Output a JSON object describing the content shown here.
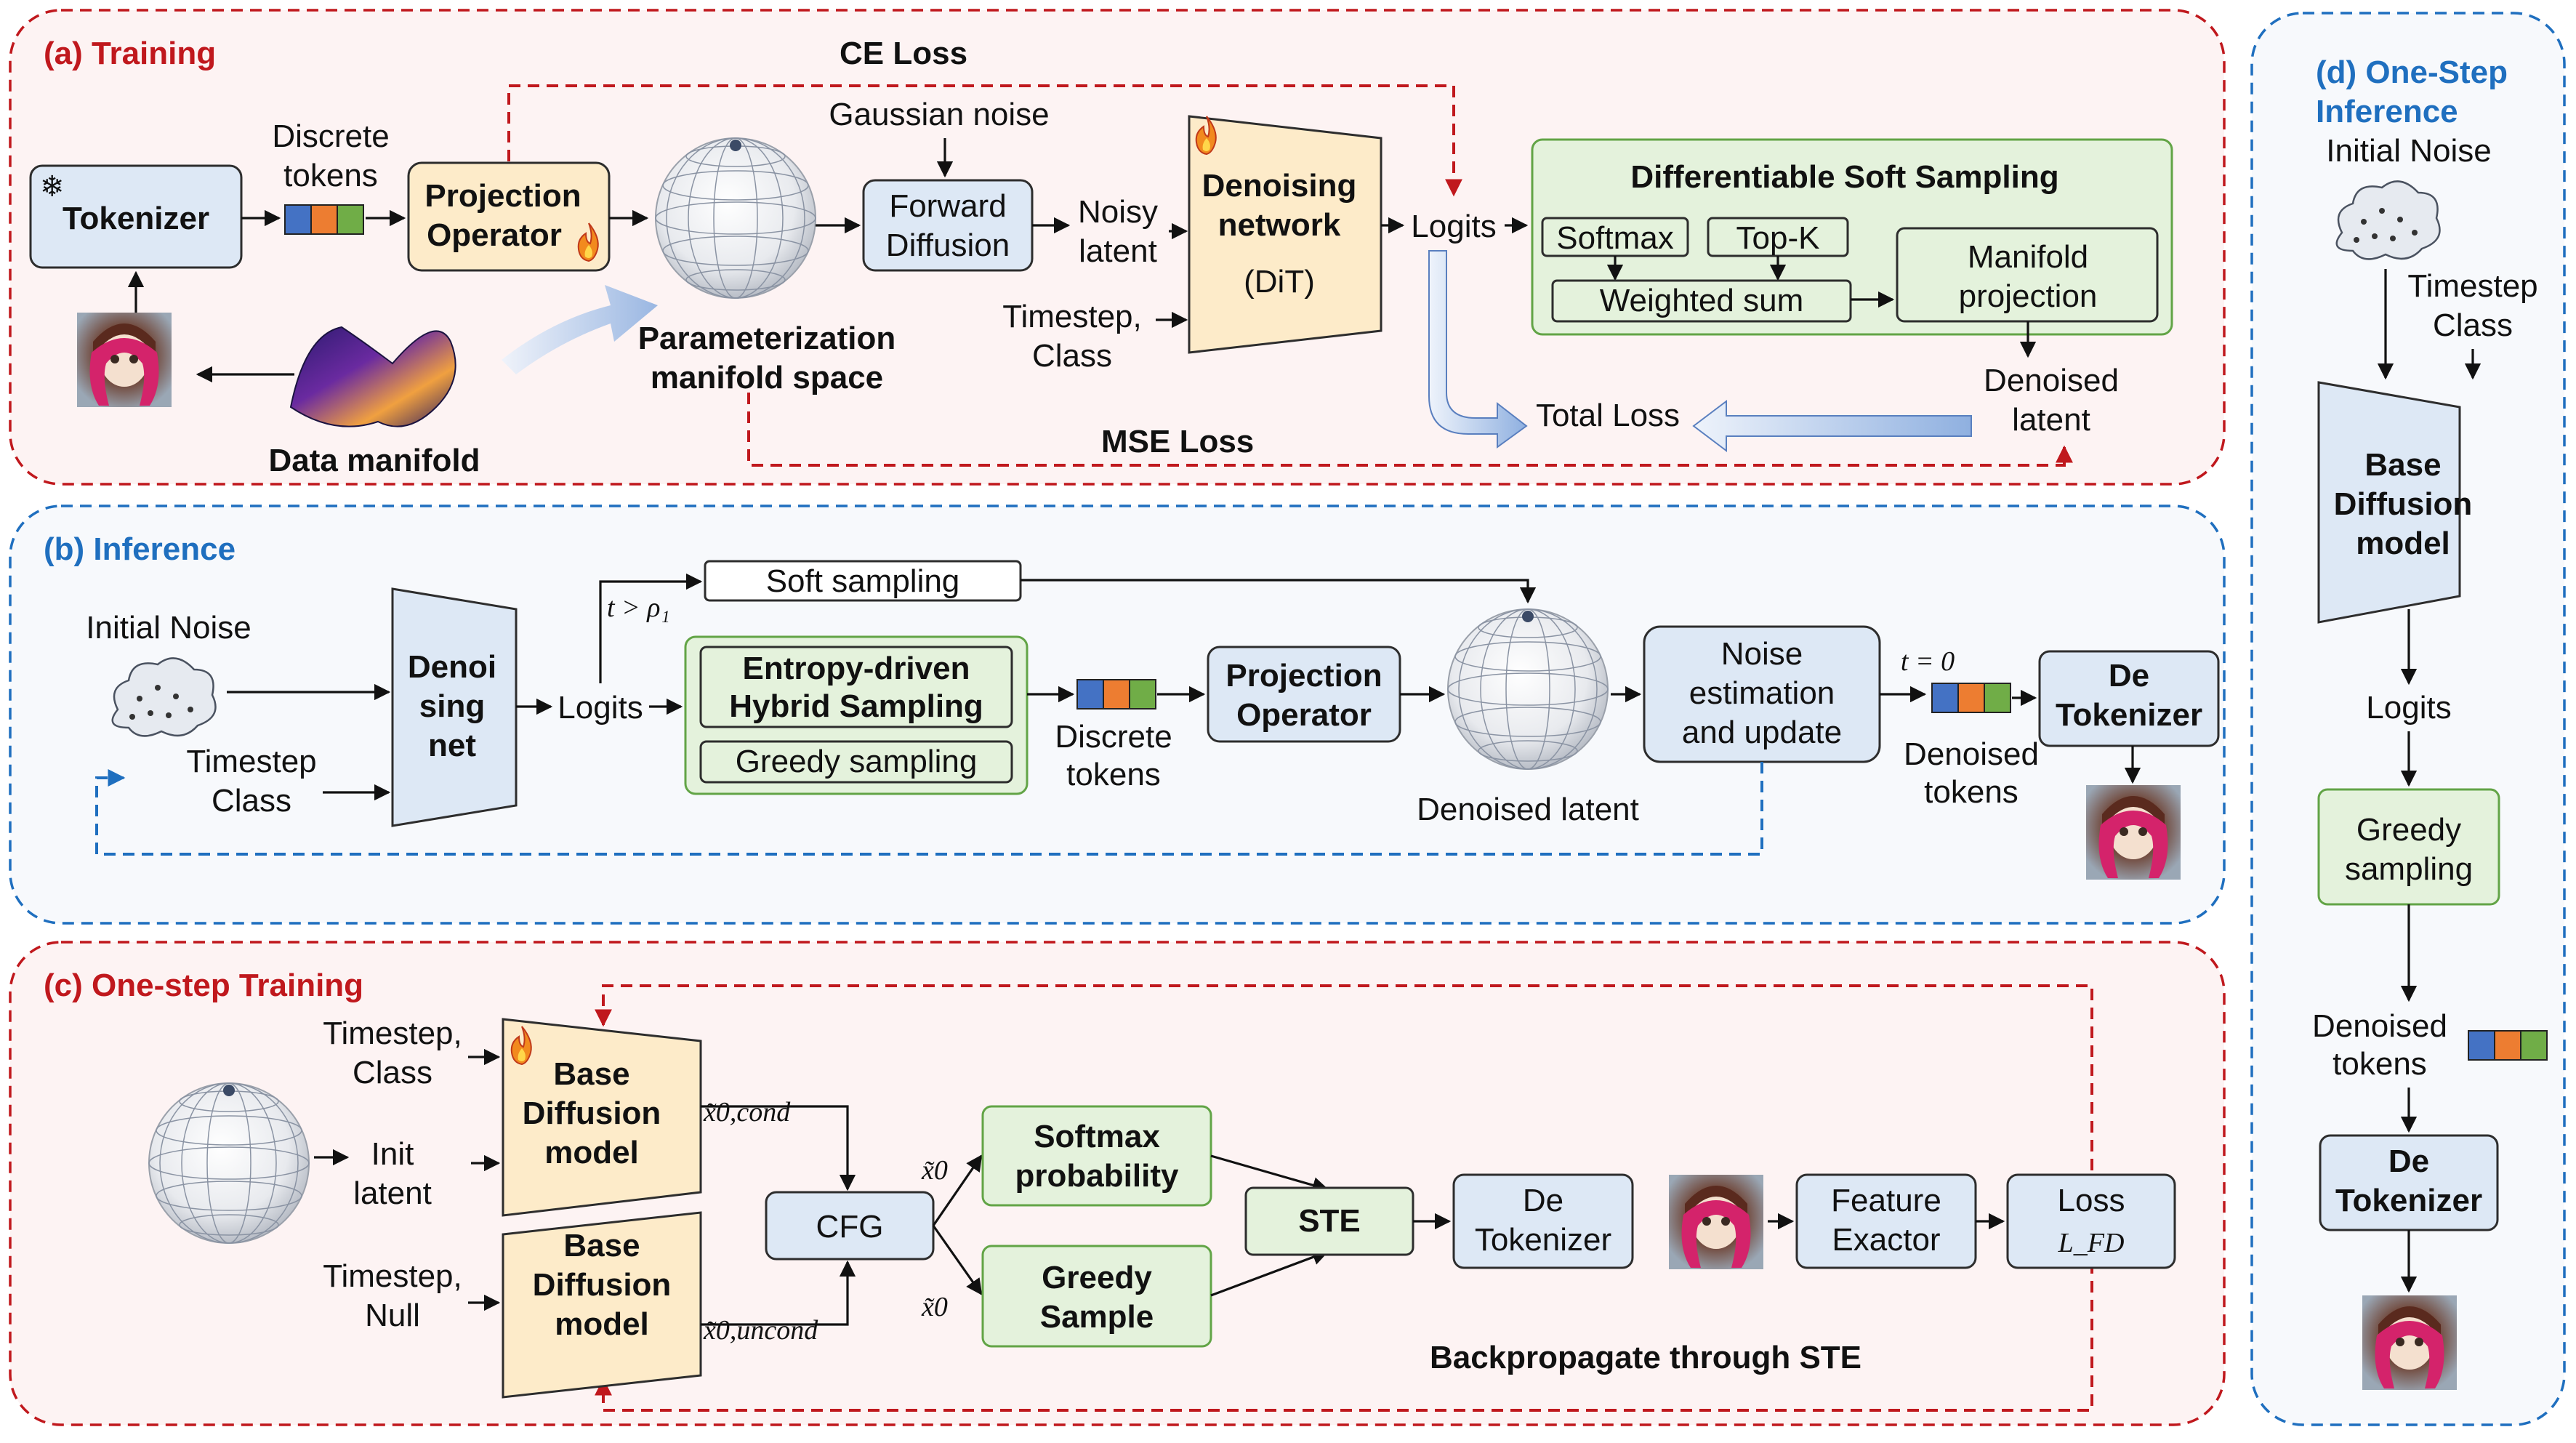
{
  "colors": {
    "panel_red_stroke": "#c0181d",
    "panel_red_fill": "#fdf2f2",
    "panel_blue_stroke": "#1f6fbf",
    "panel_blue_fill": "#f7f9fc",
    "box_blue": "#dde8f5",
    "box_orange": "#fdebc9",
    "box_green": "#e4f2dc",
    "token_blue": "#4472c4",
    "token_orange": "#ed7d31",
    "token_green": "#70ad47"
  },
  "panel_a": {
    "title": "(a) Training",
    "ce_loss": "CE Loss",
    "mse_loss": "MSE Loss",
    "tokenizer": "Tokenizer",
    "discrete_tokens_1": "Discrete",
    "discrete_tokens_2": "tokens",
    "projection_1": "Projection",
    "projection_2": "Operator",
    "param_space_1": "Parameterization",
    "param_space_2": "manifold space",
    "data_manifold": "Data manifold",
    "gaussian_noise": "Gaussian noise",
    "forward_1": "Forward",
    "forward_2": "Diffusion",
    "noisy_1": "Noisy",
    "noisy_2": "latent",
    "timestep_1": "Timestep,",
    "timestep_2": "Class",
    "denoise_1": "Denoising",
    "denoise_2": "network",
    "denoise_3": "(DiT)",
    "logits": "Logits",
    "dss_title": "Differentiable Soft Sampling",
    "softmax": "Softmax",
    "topk": "Top-K",
    "weighted_sum": "Weighted sum",
    "manifold_proj_1": "Manifold",
    "manifold_proj_2": "projection",
    "denoised_1": "Denoised",
    "denoised_2": "latent",
    "total_loss": "Total Loss"
  },
  "panel_b": {
    "title": "(b) Inference",
    "initial_noise": "Initial Noise",
    "timestep": "Timestep",
    "class": "Class",
    "denoising_1": "Denoi",
    "denoising_2": "sing",
    "denoising_3": "net",
    "logits": "Logits",
    "cond_soft": "t > ρ₁",
    "soft_sampling": "Soft sampling",
    "entropy_1": "Entropy-driven",
    "entropy_2": "Hybrid Sampling",
    "greedy": "Greedy sampling",
    "discrete_1": "Discrete",
    "discrete_2": "tokens",
    "projection_1": "Projection",
    "projection_2": "Operator",
    "denoised_latent": "Denoised latent",
    "noise_est_1": "Noise",
    "noise_est_2": "estimation",
    "noise_est_3": "and update",
    "cond_zero": "t = 0",
    "denoised_tokens_1": "Denoised",
    "denoised_tokens_2": "tokens",
    "detok_1": "De",
    "detok_2": "Tokenizer"
  },
  "panel_c": {
    "title": "(c) One-step Training",
    "timestep_class_1": "Timestep,",
    "timestep_class_2": "Class",
    "init_latent_1": "Init",
    "init_latent_2": "latent",
    "timestep_null_1": "Timestep,",
    "timestep_null_2": "Null",
    "base_1": "Base",
    "base_2": "Diffusion",
    "base_3": "model",
    "x_cond": "x̃0,cond",
    "x_uncond": "x̃0,uncond",
    "x0": "x̃0",
    "cfg": "CFG",
    "softmax_1": "Softmax",
    "softmax_2": "probability",
    "greedy_1": "Greedy",
    "greedy_2": "Sample",
    "ste": "STE",
    "detok_1": "De",
    "detok_2": "Tokenizer",
    "feature_1": "Feature",
    "feature_2": "Exactor",
    "loss": "Loss",
    "loss_sym": "L_FD",
    "backprop": "Backpropagate through STE"
  },
  "panel_d": {
    "title_1": "(d) One-Step",
    "title_2": "Inference",
    "initial_noise": "Initial Noise",
    "timestep": "Timestep",
    "class": "Class",
    "base_1": "Base",
    "base_2": "Diffusion",
    "base_3": "model",
    "logits": "Logits",
    "greedy_1": "Greedy",
    "greedy_2": "sampling",
    "denoised_1": "Denoised",
    "denoised_2": "tokens",
    "detok_1": "De",
    "detok_2": "Tokenizer"
  }
}
